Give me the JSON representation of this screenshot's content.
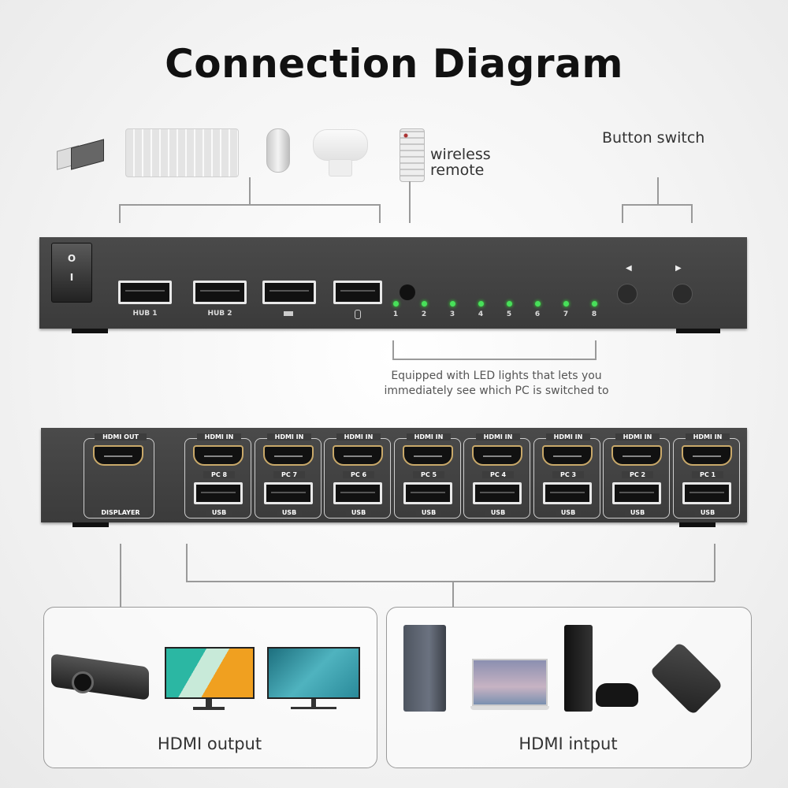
{
  "title": "Connection Diagram",
  "peripherals": {
    "items": [
      "usb-receiver",
      "keyboard",
      "mouse",
      "webcam"
    ],
    "wireless_remote_label": "wireless remote",
    "wireless_remote_line1": "wireless",
    "wireless_remote_line2": "remote",
    "button_switch_label": "Button switch"
  },
  "front_panel": {
    "power_switch": {
      "on": "I",
      "off": "O"
    },
    "usb_ports": [
      "HUB 1",
      "HUB 2",
      "keyboard-icon",
      "mouse-icon"
    ],
    "leds": [
      "1",
      "2",
      "3",
      "4",
      "5",
      "6",
      "7",
      "8"
    ],
    "led_color": "#48e05a",
    "buttons": [
      "◀",
      "▶"
    ],
    "led_note_line1": "Equipped with LED lights that lets you",
    "led_note_line2": "immediately see which PC is switched to"
  },
  "rear_panel": {
    "output": {
      "top_label": "HDMI OUT",
      "bottom_label": "DISPLAYER"
    },
    "inputs": [
      {
        "top_label": "HDMI IN",
        "pc_label": "PC 8",
        "bottom_label": "USB"
      },
      {
        "top_label": "HDMI IN",
        "pc_label": "PC 7",
        "bottom_label": "USB"
      },
      {
        "top_label": "HDMI IN",
        "pc_label": "PC 6",
        "bottom_label": "USB"
      },
      {
        "top_label": "HDMI IN",
        "pc_label": "PC 5",
        "bottom_label": "USB"
      },
      {
        "top_label": "HDMI IN",
        "pc_label": "PC 4",
        "bottom_label": "USB"
      },
      {
        "top_label": "HDMI IN",
        "pc_label": "PC 3",
        "bottom_label": "USB"
      },
      {
        "top_label": "HDMI IN",
        "pc_label": "PC 2",
        "bottom_label": "USB"
      },
      {
        "top_label": "HDMI IN",
        "pc_label": "PC 1",
        "bottom_label": "USB"
      }
    ],
    "hdmi_color": "#c9a96a"
  },
  "bottom": {
    "output_label": "HDMI output",
    "output_devices": [
      "projector",
      "monitor",
      "monitor"
    ],
    "input_label": "HDMI intput",
    "input_devices": [
      "desktop-pc",
      "laptop",
      "game-console",
      "tv-box"
    ]
  }
}
